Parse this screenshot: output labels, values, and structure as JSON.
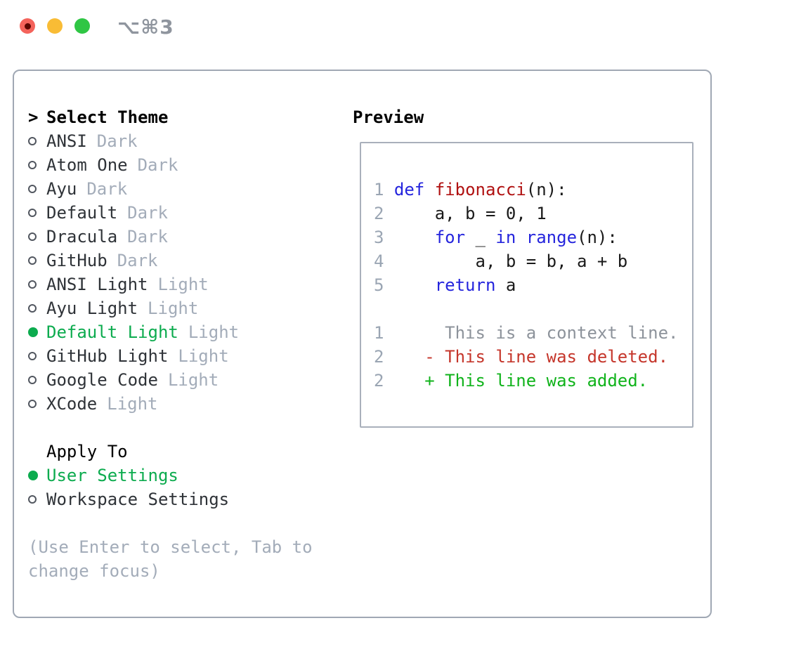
{
  "window": {
    "shortcut": "⌥⌘3"
  },
  "colors": {
    "traffic_red": "#f4635b",
    "traffic_red_dot": "#5c0600",
    "traffic_yellow": "#f9bc35",
    "traffic_green": "#2fc644",
    "shortcut_gray": "#8f959e",
    "panel_border": "#a0a8b4",
    "preview_border": "#a9b0bb",
    "heading_black": "#000000",
    "text_dark": "#2f3338",
    "muted_gray": "#a3acb9",
    "ring_gray": "#515archive660",
    "selected_green": "#0cab4e",
    "keyword_blue": "#2525dd",
    "function_red": "#b01111",
    "code_plain": "#1a1a1a",
    "line_number_gray": "#9aa5b3",
    "context_gray": "#8d939b",
    "deleted_red": "#c5362b",
    "added_green": "#10b31b"
  },
  "theme_picker": {
    "cursor": ">",
    "title": "Select Theme",
    "items": [
      {
        "name": "ANSI",
        "tag": "Dark",
        "selected": false
      },
      {
        "name": "Atom One",
        "tag": "Dark",
        "selected": false
      },
      {
        "name": "Ayu",
        "tag": "Dark",
        "selected": false
      },
      {
        "name": "Default",
        "tag": "Dark",
        "selected": false
      },
      {
        "name": "Dracula",
        "tag": "Dark",
        "selected": false
      },
      {
        "name": "GitHub",
        "tag": "Dark",
        "selected": false
      },
      {
        "name": "ANSI Light",
        "tag": "Light",
        "selected": false
      },
      {
        "name": "Ayu Light",
        "tag": "Light",
        "selected": false
      },
      {
        "name": "Default Light",
        "tag": "Light",
        "selected": true
      },
      {
        "name": "GitHub Light",
        "tag": "Light",
        "selected": false
      },
      {
        "name": "Google Code",
        "tag": "Light",
        "selected": false
      },
      {
        "name": "XCode",
        "tag": "Light",
        "selected": false
      }
    ]
  },
  "apply_to": {
    "title": "Apply To",
    "options": [
      {
        "label": "User Settings",
        "selected": true
      },
      {
        "label": "Workspace Settings",
        "selected": false
      }
    ]
  },
  "hint": {
    "lines": [
      "(Use Enter to select, Tab to",
      "change focus)"
    ]
  },
  "preview": {
    "title": "Preview",
    "lines": [
      {
        "segments": [
          [
            "num",
            "1 "
          ],
          [
            "kw",
            "def"
          ],
          [
            "plain",
            " "
          ],
          [
            "fn",
            "fibonacci"
          ],
          [
            "plain",
            "(n):"
          ]
        ]
      },
      {
        "segments": [
          [
            "num",
            "2 "
          ],
          [
            "plain",
            "    a, b = 0, 1"
          ]
        ]
      },
      {
        "segments": [
          [
            "num",
            "3 "
          ],
          [
            "plain",
            "    "
          ],
          [
            "kw",
            "for"
          ],
          [
            "plain",
            " _ "
          ],
          [
            "kw",
            "in"
          ],
          [
            "plain",
            " "
          ],
          [
            "kw",
            "range"
          ],
          [
            "plain",
            "(n):"
          ]
        ]
      },
      {
        "segments": [
          [
            "num",
            "4 "
          ],
          [
            "plain",
            "        a, b = b, a + b"
          ]
        ]
      },
      {
        "segments": [
          [
            "num",
            "5 "
          ],
          [
            "plain",
            "    "
          ],
          [
            "kw",
            "return"
          ],
          [
            "plain",
            " a"
          ]
        ]
      },
      {
        "segments": []
      },
      {
        "segments": [
          [
            "num",
            "1"
          ],
          [
            "ctx",
            "      This is a context line."
          ]
        ]
      },
      {
        "segments": [
          [
            "num",
            "2"
          ],
          [
            "del",
            "    - This line was deleted."
          ]
        ]
      },
      {
        "segments": [
          [
            "num",
            "2"
          ],
          [
            "add",
            "    + This line was added."
          ]
        ]
      }
    ]
  }
}
